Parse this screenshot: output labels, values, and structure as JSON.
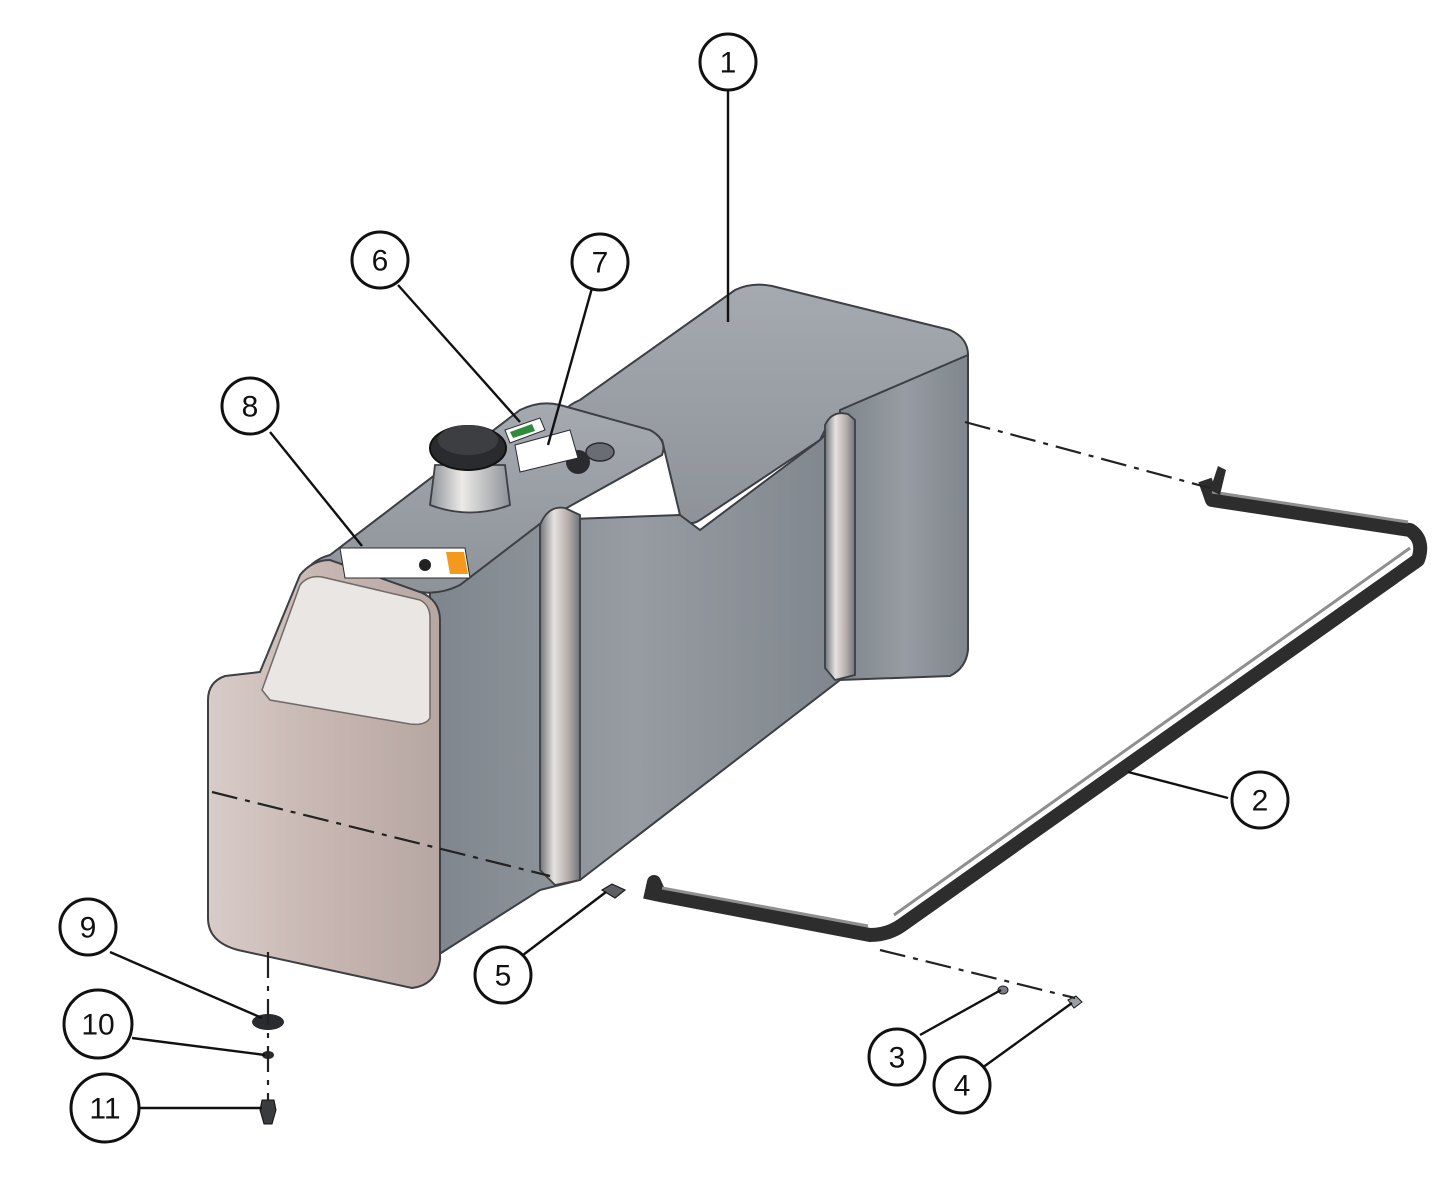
{
  "diagram": {
    "parts": [
      {
        "id": "fuel-tank",
        "callout": "1"
      },
      {
        "id": "tank-strap",
        "callout": "2"
      },
      {
        "id": "strap-washer",
        "callout": "3"
      },
      {
        "id": "strap-nut",
        "callout": "4"
      },
      {
        "id": "strap-bolt",
        "callout": "5"
      },
      {
        "id": "decal-a",
        "callout": "6"
      },
      {
        "id": "decal-b",
        "callout": "7"
      },
      {
        "id": "warning-decal",
        "callout": "8"
      },
      {
        "id": "tank-mount-washer",
        "callout": "9"
      },
      {
        "id": "lock-washer",
        "callout": "10"
      },
      {
        "id": "mount-bolt",
        "callout": "11"
      }
    ],
    "colors": {
      "tank_body": "#8f949b",
      "tank_front": "#c9b8b3",
      "tank_top": "#9fa4aa",
      "strap": "#4a4a4a",
      "warning_orange": "#f39a1e",
      "decal_green": "#2e8b3c"
    }
  }
}
